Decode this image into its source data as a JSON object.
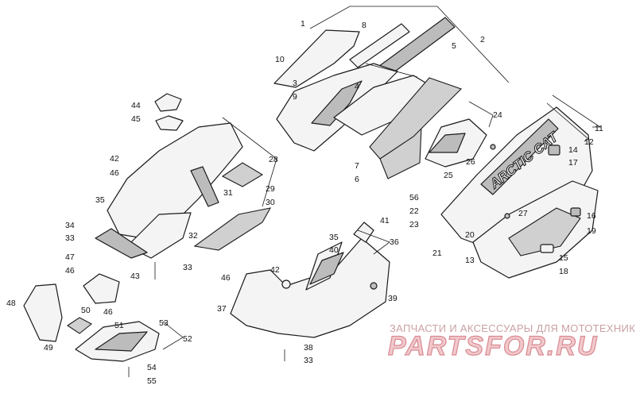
{
  "watermark": {
    "line1": "ЗАПЧАСТИ И АКСЕССУАРЫ ДЛЯ МОТОТЕХНИКИ",
    "line2": "PARTSFOR.RU"
  },
  "decal_text": "ARCTIC CAT",
  "callouts": {
    "c1": "1",
    "c2": "2",
    "c3": "3",
    "c4": "4",
    "c5": "5",
    "c6": "6",
    "c7": "7",
    "c8": "8",
    "c9": "9",
    "c10": "10",
    "c11": "11",
    "c12": "12",
    "c13": "13",
    "c14": "14",
    "c15": "15",
    "c16": "16",
    "c17": "17",
    "c18": "18",
    "c19": "19",
    "c20": "20",
    "c21": "21",
    "c22": "22",
    "c23": "23",
    "c24": "24",
    "c25": "25",
    "c26": "26",
    "c27": "27",
    "c28": "28",
    "c29": "29",
    "c30": "30",
    "c31": "31",
    "c32": "32",
    "c33a": "33",
    "c33b": "33",
    "c33c": "33",
    "c34": "34",
    "c35a": "35",
    "c35b": "35",
    "c36": "36",
    "c37": "37",
    "c38": "38",
    "c39": "39",
    "c40": "40",
    "c41": "41",
    "c42a": "42",
    "c42b": "42",
    "c43": "43",
    "c44": "44",
    "c45": "45",
    "c46a": "46",
    "c46b": "46",
    "c46c": "46",
    "c46d": "46",
    "c47": "47",
    "c48": "48",
    "c49": "49",
    "c50": "50",
    "c51": "51",
    "c52": "52",
    "c53": "53",
    "c54": "54",
    "c55": "55",
    "c56": "56"
  }
}
